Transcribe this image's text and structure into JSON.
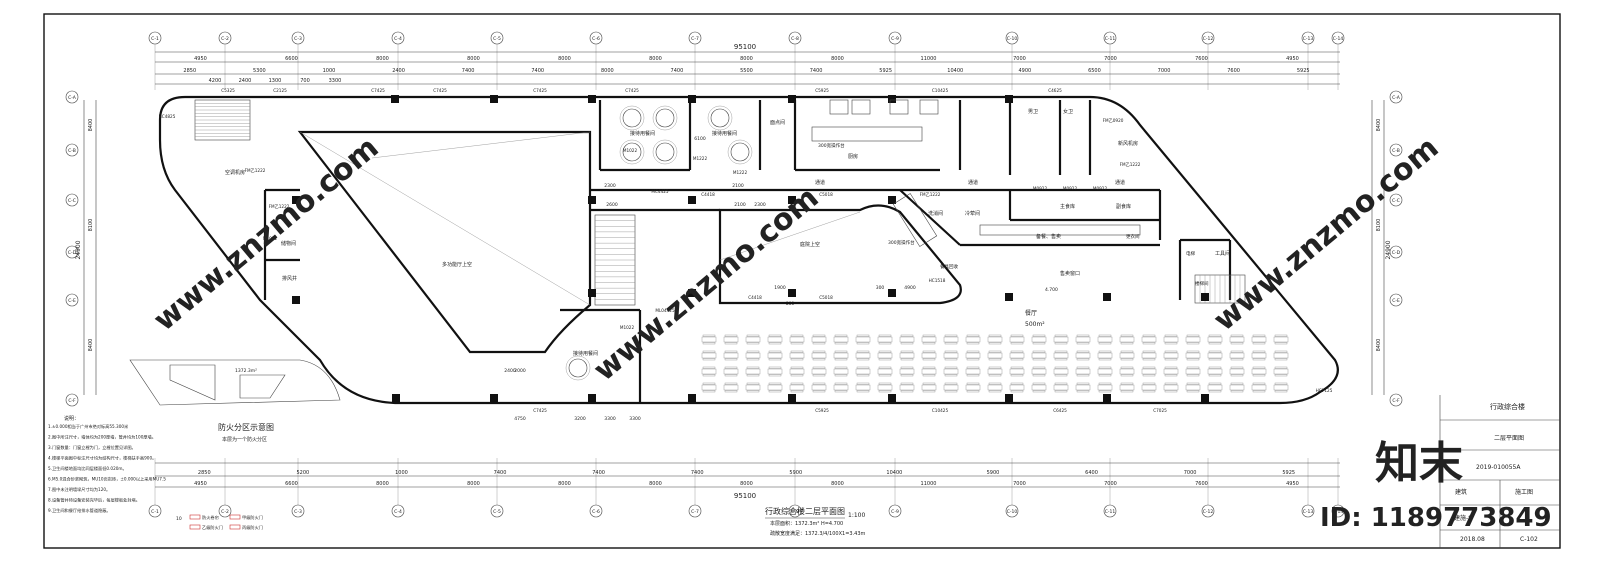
{
  "axes_top": [
    "C-1",
    "C-2",
    "C-3",
    "C-4",
    "C-5",
    "C-6",
    "C-7",
    "C-8",
    "C-9",
    "C-10",
    "C-11",
    "C-12",
    "C-13",
    "C-14"
  ],
  "axes_side": [
    "C-A",
    "C-B",
    "C-C",
    "C-D",
    "C-E",
    "C-F"
  ],
  "dims": {
    "total": "95100",
    "top_row1": [
      "4950",
      "6600",
      "8000",
      "8000",
      "8000",
      "8000",
      "8000",
      "8000",
      "11000",
      "7000",
      "7000",
      "7600",
      "4950"
    ],
    "top_row2": [
      "2850",
      "5300",
      "1000",
      "2400",
      "7400",
      "7400",
      "8000",
      "7400",
      "5500",
      "7400",
      "5925",
      "10400",
      "4900",
      "6500",
      "7000",
      "7600",
      "5925"
    ],
    "top_row2b": [
      "4200",
      "2400",
      "1300",
      "700",
      "3300"
    ],
    "bottom_row1": [
      "4950",
      "6600",
      "8000",
      "8000",
      "8000",
      "8000",
      "8000",
      "8000",
      "11000",
      "7000",
      "7000",
      "7600",
      "4950"
    ],
    "bottom_row2": [
      "2850",
      "5200",
      "1000",
      "7400",
      "7400",
      "7400",
      "5900",
      "10400",
      "5900",
      "6400",
      "7000",
      "5925"
    ],
    "left": [
      "8400",
      "8100",
      "8400"
    ],
    "left_total": "24900",
    "right": [
      "8400",
      "8100",
      "8400"
    ],
    "right_total": "24900",
    "misc": [
      "2300",
      "2100",
      "2600",
      "2100",
      "2300",
      "6100",
      "2000",
      "2400",
      "3300",
      "4750",
      "3200",
      "3300",
      "4900",
      "300",
      "1900",
      "800"
    ]
  },
  "rooms": {
    "dining_hall_void": "多功能厅上空",
    "courtyard_void": "庭院上空",
    "vip_room1": "接待用餐间",
    "vip_room2": "接待用餐间",
    "vip_room3": "接待用餐间",
    "ac_room": "空调机房",
    "storage": "储物间",
    "wind_shaft": "排风井",
    "corridor1": "通道",
    "corridor2": "通道",
    "corridor3": "通道",
    "kitchen": "厨房",
    "prep": "面点间",
    "wash": "洗消间",
    "cold": "冷荤间",
    "main_kitchen": "主食库",
    "side_kitchen": "副食库",
    "prep_room": "备餐、售卖",
    "canteen_window": "售卖窗口",
    "dining": "餐厅",
    "dining_area": "500m²",
    "elevation": "4.700",
    "toilet_m": "男卫",
    "toilet_f": "女卫",
    "fan_room": "新风机房",
    "tool_room": "工具间",
    "elevator": "电梯",
    "stair": "楼梯间",
    "dish_return": "餐具回收",
    "office": "更衣间",
    "counter": "300宽操作台",
    "counter2": "300宽操作台"
  },
  "doors": [
    "C5325",
    "C2125",
    "C7425",
    "C7425",
    "C7425",
    "C7425",
    "C5925",
    "C10425",
    "C4625",
    "HC4825",
    "FM乙1222",
    "FM乙1222",
    "M1022",
    "M1022",
    "M1222",
    "M1222",
    "MC4425",
    "C4418",
    "C5018",
    "FM乙1222",
    "M0922",
    "M0922",
    "M0922",
    "C4418",
    "C5018",
    "ML04425",
    "M1022",
    "C7425",
    "C5925",
    "C10425",
    "C6425",
    "C7025",
    "HC7125",
    "FM乙0920",
    "FM乙1222",
    "HC1518"
  ],
  "fire_zone": {
    "title": "防火分区示意图",
    "subtitle": "本层为一个防火分区",
    "area": "1372.3m²"
  },
  "notes": {
    "head": "说明：",
    "lines": [
      "1.±0.000相当于广州市绝对标高55.300米",
      "2.图中所注尺寸，墙体均为200厚墙，管井均为100厚墙。",
      "3.门窗数量：门窗立樘为门，立樘位置见详图。",
      "4.楼梯平面图中标注尺寸均为结构尺寸，楼梯扶手高900。",
      "5.卫生间楼地面均比同层楼面低0.020m。",
      "6.M5.0混合砂浆砌筑，MU10页岩砖，±0.000以上采用MU7.5",
      "7.图中未注明墙垛尺寸均为120。",
      "8.设备管井待设备安装完毕后，每层楼板处封堵。",
      "9.卫生间和餐厅给排水管道隐蔽。"
    ]
  },
  "title_block": {
    "drawing_title": "行政综合楼二层平面图",
    "scale": "1:100",
    "area_line": "本层面积：1372.3m²  H=4.700",
    "area_line2": "疏散宽度满足：1372.3/4/100X1=3.43m",
    "project": "行政综合楼",
    "sheet_name": "二层平面图",
    "sheet_no": "2019-010055A",
    "discipline": "建筑",
    "stage": "施工图",
    "drawing_no": "建施-8",
    "date": "2018.08",
    "page": "C-102"
  },
  "watermark": {
    "brand": "知末",
    "id": "ID: 1189773849",
    "site": "www.znzmo.com"
  },
  "legend_items": [
    "防火卷帘",
    "甲级防火门",
    "乙级防火门",
    "丙级防火门"
  ],
  "legend_head": "10"
}
